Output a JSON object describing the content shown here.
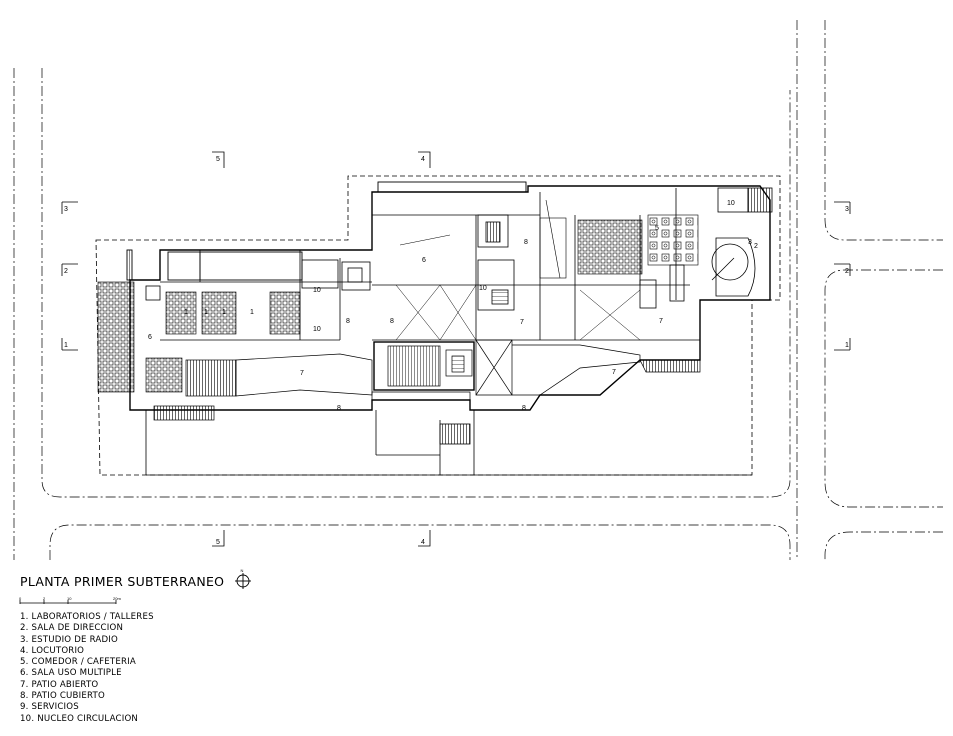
{
  "title": "PLANTA PRIMER SUBTERRANEO",
  "scale_bar": {
    "ticks": [
      "0",
      "2",
      "10",
      "20m"
    ]
  },
  "legend": [
    "1. LABORATORIOS / TALLERES",
    "2. SALA DE DIRECCION",
    "3. ESTUDIO DE RADIO",
    "4. LOCUTORIO",
    "5. COMEDOR / CAFETERIA",
    "6. SALA USO MULTIPLE",
    "7. PATIO ABIERTO",
    "8. PATIO CUBIERTO",
    "9. SERVICIOS",
    "10. NUCLEO CIRCULACION"
  ],
  "section_markers": {
    "top": [
      "5",
      "4"
    ],
    "bottom": [
      "5",
      "4"
    ],
    "left": [
      "3",
      "2",
      "1"
    ],
    "right": [
      "3",
      "2",
      "1"
    ]
  },
  "room_numbers": {
    "lab_1": "1",
    "lab_2": "1",
    "lab_3": "1",
    "lab_4": "1",
    "multi_6a": "6",
    "multi_6b": "6",
    "core_10a": "10",
    "core_10b": "10",
    "core_10c": "10",
    "core_10d": "10",
    "patio_8a": "8",
    "patio_8b": "8",
    "patio_8c": "8",
    "patio_8d": "8",
    "patio_8e": "8",
    "patio_7a": "7",
    "patio_7b": "7",
    "patio_7c": "7",
    "patio_7d": "7",
    "cafe_5": "5",
    "radio_3": "3",
    "direction_2": "2"
  },
  "north_label": "N"
}
